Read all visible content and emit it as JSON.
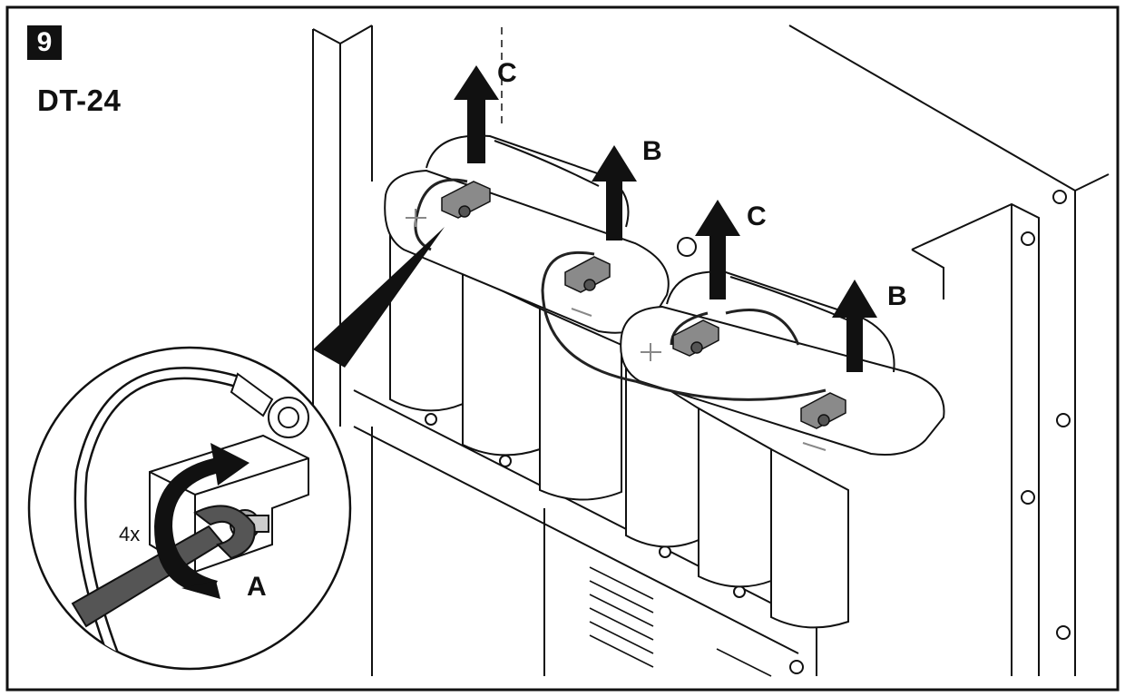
{
  "step_number": "9",
  "model_label": "DT-24",
  "callouts": {
    "c_left": "C",
    "b_left": "B",
    "c_right": "C",
    "b_right": "B",
    "a": "A"
  },
  "repeat_count": "4x",
  "terminal_marks": {
    "plus_left": "+",
    "minus_left": "−",
    "plus_right": "+",
    "minus_right": "−"
  },
  "colors": {
    "ink": "#111111",
    "paper": "#ffffff",
    "shade": "#e6e6e6",
    "terminal": "#8a8a8a"
  },
  "icons": [
    "lift-arrow-icon",
    "rotate-arrow-icon",
    "wrench-icon"
  ]
}
